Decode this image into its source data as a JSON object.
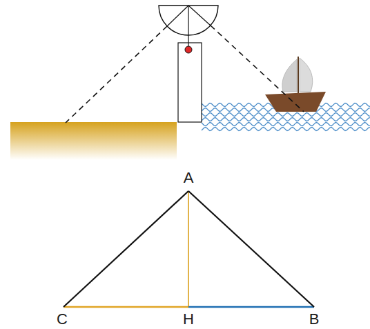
{
  "diagram": {
    "labels": [
      "A",
      "C",
      "H",
      "B"
    ]
  }
}
